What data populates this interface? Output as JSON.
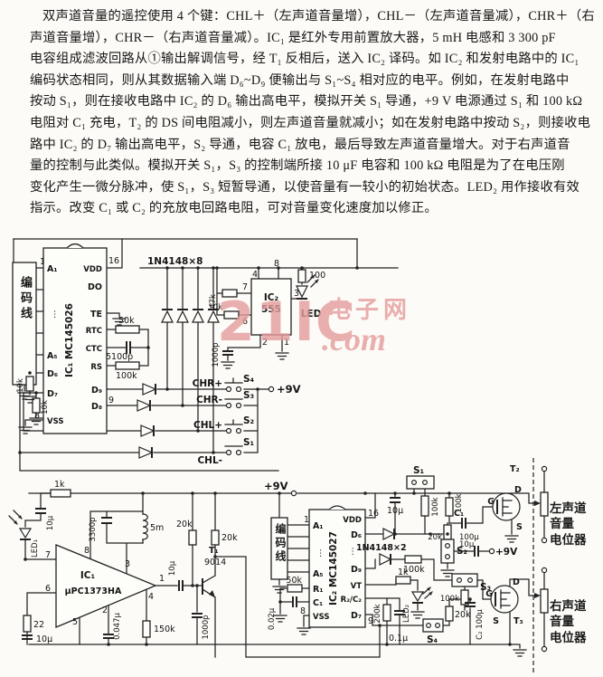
{
  "article": {
    "lines": [
      "双声道音量的遥控使用 4 个键：CHL＋（左声道音量增），CHL－（左声道音量减），CHR＋（右",
      "声道音量增），CHR－（右声道音量减）。IC₁ 是红外专用前置放大器，5 mH 电感和 3 300 pF",
      "电容组成滤波回路从①输出解调信号，经 T₁ 反相后，送入 IC₂ 译码。如 IC₂ 和发射电路中的 IC₁",
      "编码状态相同，则从其数据输入端 D₆~D₉ 便输出与 S₁~S₄ 相对应的电平。例如，在发射电路中",
      "按动 S₁，则在接收电路中 IC₂ 的 D₆ 输出高电平，模拟开关 S₁ 导通，+9 V 电源通过 S₁ 和 100 kΩ",
      "电阻对 C₁ 充电，T₂ 的 DS 间电阻减小，则左声道音量就减小；如在发射电路中按动 S₂，则接收电",
      "路中 IC₂ 的 D₇ 输出高电平，S₂ 导通，电容 C₁ 放电，最后导致左声道音量增大。对于右声道音",
      "量的控制与此类似。模拟开关 S₁，S₃ 的控制端所接 10 μF 电容和 100 kΩ 电阻是为了在电压刚",
      "变化产生一微分脉冲，使 S₁，S₃ 短暂导通，以使音量有一较小的初始状态。LED₂ 用作接收有效",
      "指示。改变 C₁ 或 C₂ 的充放电回路电阻，可对音量变化速度加以修正。"
    ]
  },
  "watermark": {
    "big": "21IC",
    "cn": "电子网",
    "com": ".com",
    "color": "#e59c9c"
  },
  "c1": {
    "enc": "编码线",
    "pin1": "1",
    "pin16": "16",
    "pin8": "8",
    "pin9": "9",
    "name": "IC₁ MC145026",
    "a1": "A₁",
    "a5": "A₅",
    "d6": "D₆",
    "d7": "D₇",
    "vss": "VSS",
    "vdd": "VDD",
    "do": "DO",
    "te": "TE",
    "rtc": "RTC",
    "ctc": "CTC",
    "rs": "RS",
    "d9": "D₉",
    "d8": "D₈",
    "dots": "⋮",
    "r50k": "50k",
    "c5100": "5100p",
    "r100k": "100k",
    "r10k": "10k",
    "dlabel": "1N4148×8",
    "ic2": "IC₂",
    "ic2part": "555",
    "p4": "4",
    "p8": "8",
    "p7": "7",
    "p6": "6",
    "p2": "2",
    "p1": "1",
    "p3": "3",
    "r47k": "47k",
    "c1000": "1000p",
    "r100": "100",
    "led": "LED",
    "v9": "+9V",
    "chr_p": "CHR+",
    "s4": "S₄",
    "chr_m": "CHR-",
    "s3": "S₃",
    "chl_p": "CHL+",
    "s2": "S₂",
    "chl_m": "CHL-",
    "s1": "S₁"
  },
  "c2": {
    "r1k": "1k",
    "c10u": "10μ",
    "led1": "LED₁",
    "ic1": "IC₁",
    "ic1part": "μPC1373HA",
    "p1": "1",
    "p2": "2",
    "p3": "3",
    "p4": "4",
    "p5": "5",
    "p6": "6",
    "p7": "7",
    "p8": "8",
    "c3300": "3300p",
    "l5m": "5m",
    "r22": "22",
    "c047": "0.047μ",
    "r150k": "150k",
    "r20k": "20k",
    "t1": "T₁",
    "t1part": "9014",
    "c1000": "1000p",
    "v9": "+9V",
    "enc": "编码线",
    "ic2name": "IC₂ MC145027",
    "a1": "A₁",
    "a5": "A₅",
    "r1": "R₁",
    "c1": "C₁",
    "vss": "VSS",
    "vdd": "VDD",
    "d6": "D₆",
    "d9": "D₉",
    "vt": "VT",
    "r2c2": "R₂/C₂",
    "d7": "D₇",
    "p16": "16",
    "p9": "9",
    "p8n": "8",
    "p1n": "1",
    "dots": "⋮",
    "r50k": "50k",
    "c002": "0.02μ",
    "dlabel": "1N4148×2",
    "r100k": "100k",
    "r200k": "200k",
    "c01": "0.1μ",
    "c2v": "C₂ 100μ",
    "c1lbl": "C₁",
    "c1val": "100μ",
    "s1": "S₁",
    "s2": "S₂",
    "s3": "S₃",
    "s4": "S₄",
    "t2": "T₂",
    "t3": "T₃",
    "d": "D",
    "g": "G",
    "s": "S",
    "led2": "LED₂",
    "pot_left": "左声道\n音量\n电位器",
    "pot_right": "右声道\n音量\n电位器"
  }
}
